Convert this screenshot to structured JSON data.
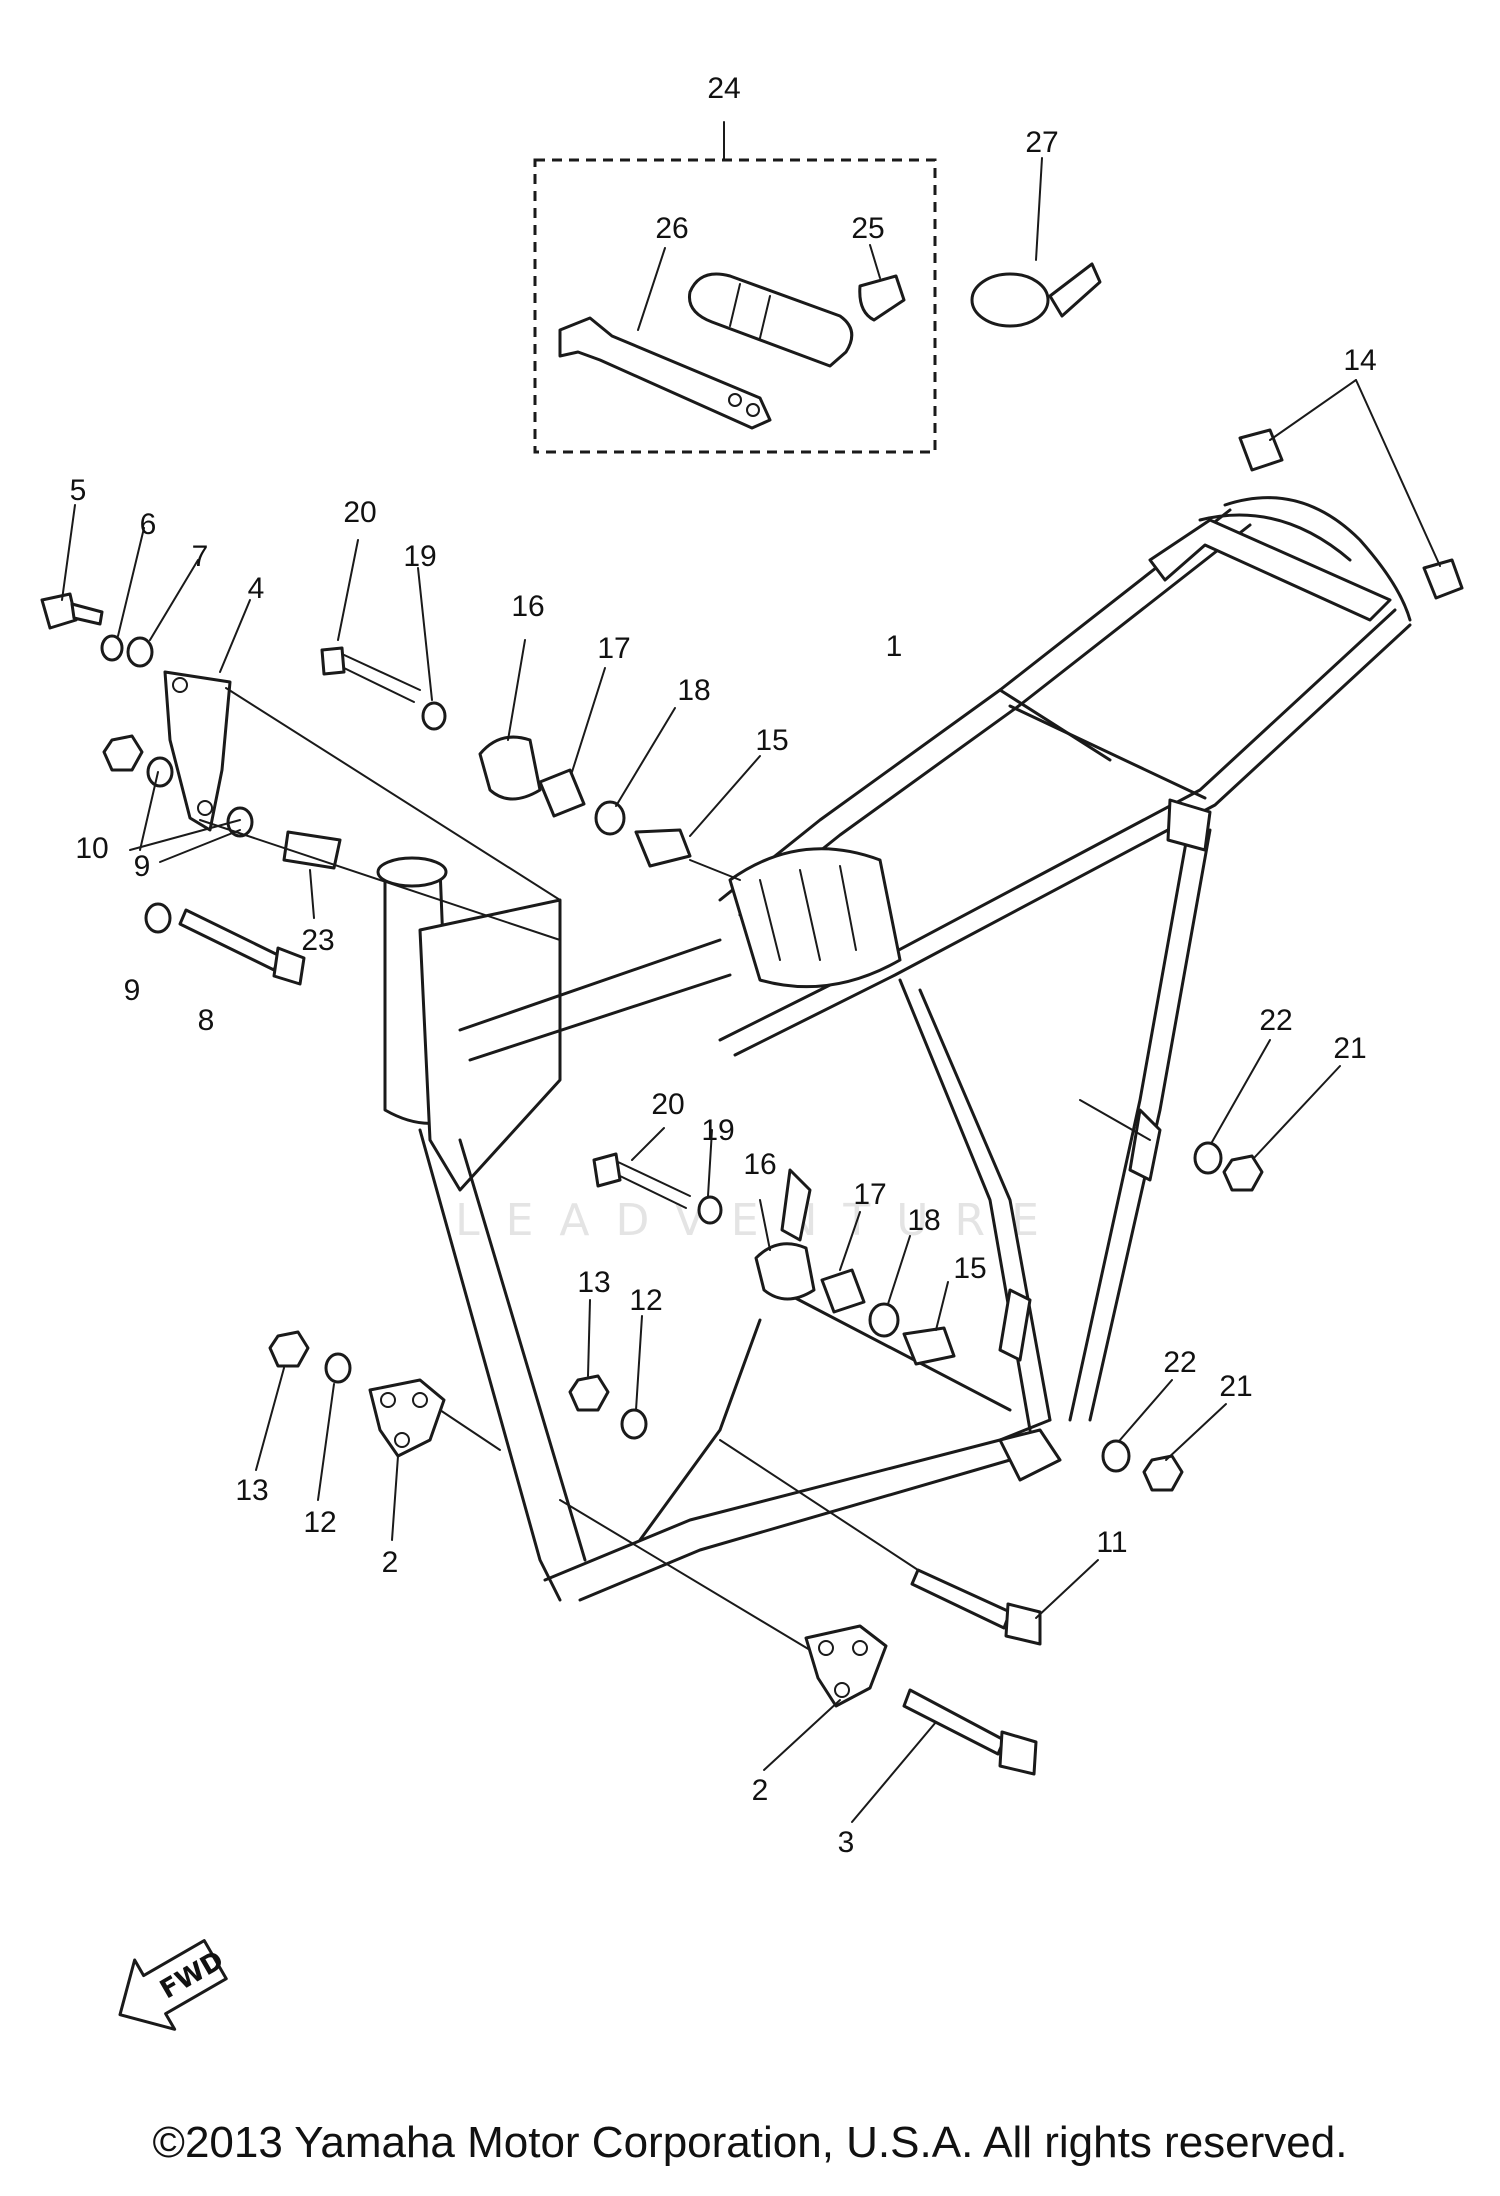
{
  "diagram": {
    "callouts": [
      {
        "id": "c24",
        "label": "24"
      },
      {
        "id": "c27",
        "label": "27"
      },
      {
        "id": "c26",
        "label": "26"
      },
      {
        "id": "c25",
        "label": "25"
      },
      {
        "id": "c14",
        "label": "14"
      },
      {
        "id": "c5",
        "label": "5"
      },
      {
        "id": "c6",
        "label": "6"
      },
      {
        "id": "c7",
        "label": "7"
      },
      {
        "id": "c4",
        "label": "4"
      },
      {
        "id": "c20a",
        "label": "20"
      },
      {
        "id": "c19a",
        "label": "19"
      },
      {
        "id": "c16a",
        "label": "16"
      },
      {
        "id": "c17a",
        "label": "17"
      },
      {
        "id": "c18a",
        "label": "18"
      },
      {
        "id": "c15a",
        "label": "15"
      },
      {
        "id": "c1",
        "label": "1"
      },
      {
        "id": "c10",
        "label": "10"
      },
      {
        "id": "c9a",
        "label": "9"
      },
      {
        "id": "c9b",
        "label": "9"
      },
      {
        "id": "c23",
        "label": "23"
      },
      {
        "id": "c8",
        "label": "8"
      },
      {
        "id": "c22a",
        "label": "22"
      },
      {
        "id": "c21a",
        "label": "21"
      },
      {
        "id": "c20b",
        "label": "20"
      },
      {
        "id": "c19b",
        "label": "19"
      },
      {
        "id": "c16b",
        "label": "16"
      },
      {
        "id": "c17b",
        "label": "17"
      },
      {
        "id": "c18b",
        "label": "18"
      },
      {
        "id": "c15b",
        "label": "15"
      },
      {
        "id": "c13a",
        "label": "13"
      },
      {
        "id": "c12a",
        "label": "12"
      },
      {
        "id": "c22b",
        "label": "22"
      },
      {
        "id": "c21b",
        "label": "21"
      },
      {
        "id": "c13b",
        "label": "13"
      },
      {
        "id": "c12b",
        "label": "12"
      },
      {
        "id": "c2a",
        "label": "2"
      },
      {
        "id": "c11",
        "label": "11"
      },
      {
        "id": "c2b",
        "label": "2"
      },
      {
        "id": "c3",
        "label": "3"
      }
    ],
    "fwd_label": "FWD",
    "watermark": "LEADVENTURE"
  },
  "footer": {
    "copyright": "©2013 Yamaha Motor Corporation, U.S.A. All rights reserved."
  }
}
